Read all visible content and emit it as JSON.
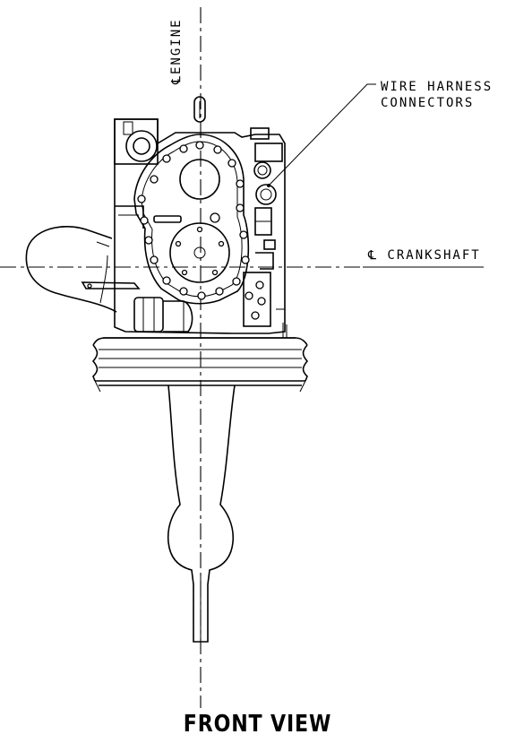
{
  "drawing": {
    "labels": {
      "engine_centerline": "℄ENGINE",
      "wire_harness_line1": "WIRE HARNESS",
      "wire_harness_line2": "CONNECTORS",
      "crankshaft_centerline": "℄ CRANKSHAFT"
    },
    "view_title": "FRONT VIEW",
    "colors": {
      "line": "#000000",
      "background": "#ffffff"
    }
  }
}
